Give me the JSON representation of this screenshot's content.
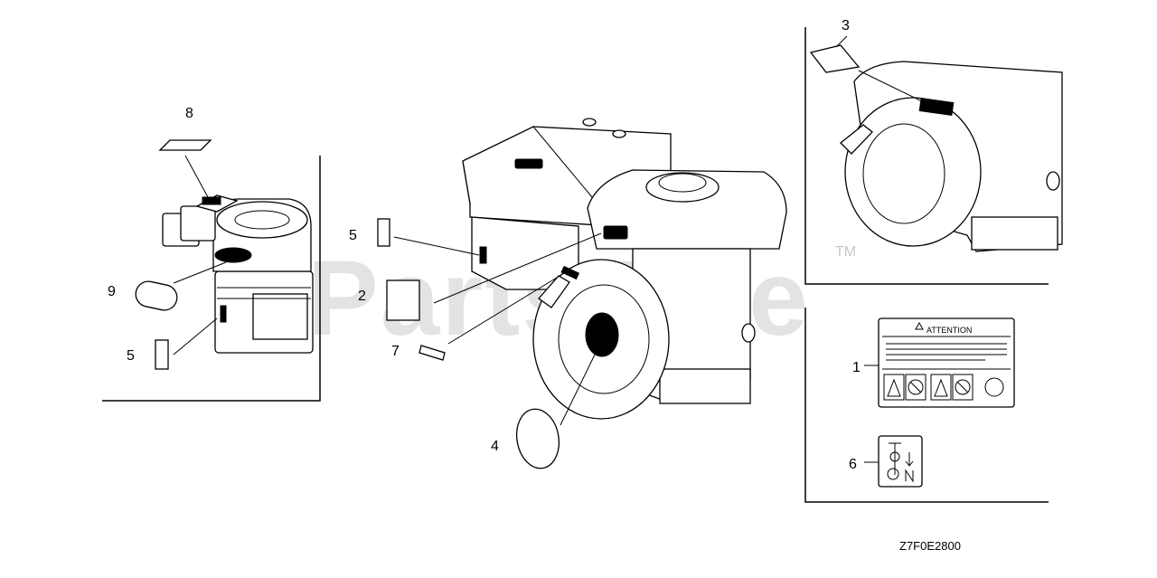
{
  "watermark": {
    "text": "PartsTree",
    "trademark": "TM"
  },
  "diagram_code": "Z7F0E2800",
  "callouts": {
    "c1": "1",
    "c2": "2",
    "c3": "3",
    "c4": "4",
    "c5a": "5",
    "c5b": "5",
    "c6": "6",
    "c7": "7",
    "c8": "8",
    "c9": "9"
  },
  "attention_label": {
    "heading": "ATTENTION"
  },
  "colors": {
    "line": "#000000",
    "watermark": "#e3e3e3",
    "background": "#ffffff"
  }
}
